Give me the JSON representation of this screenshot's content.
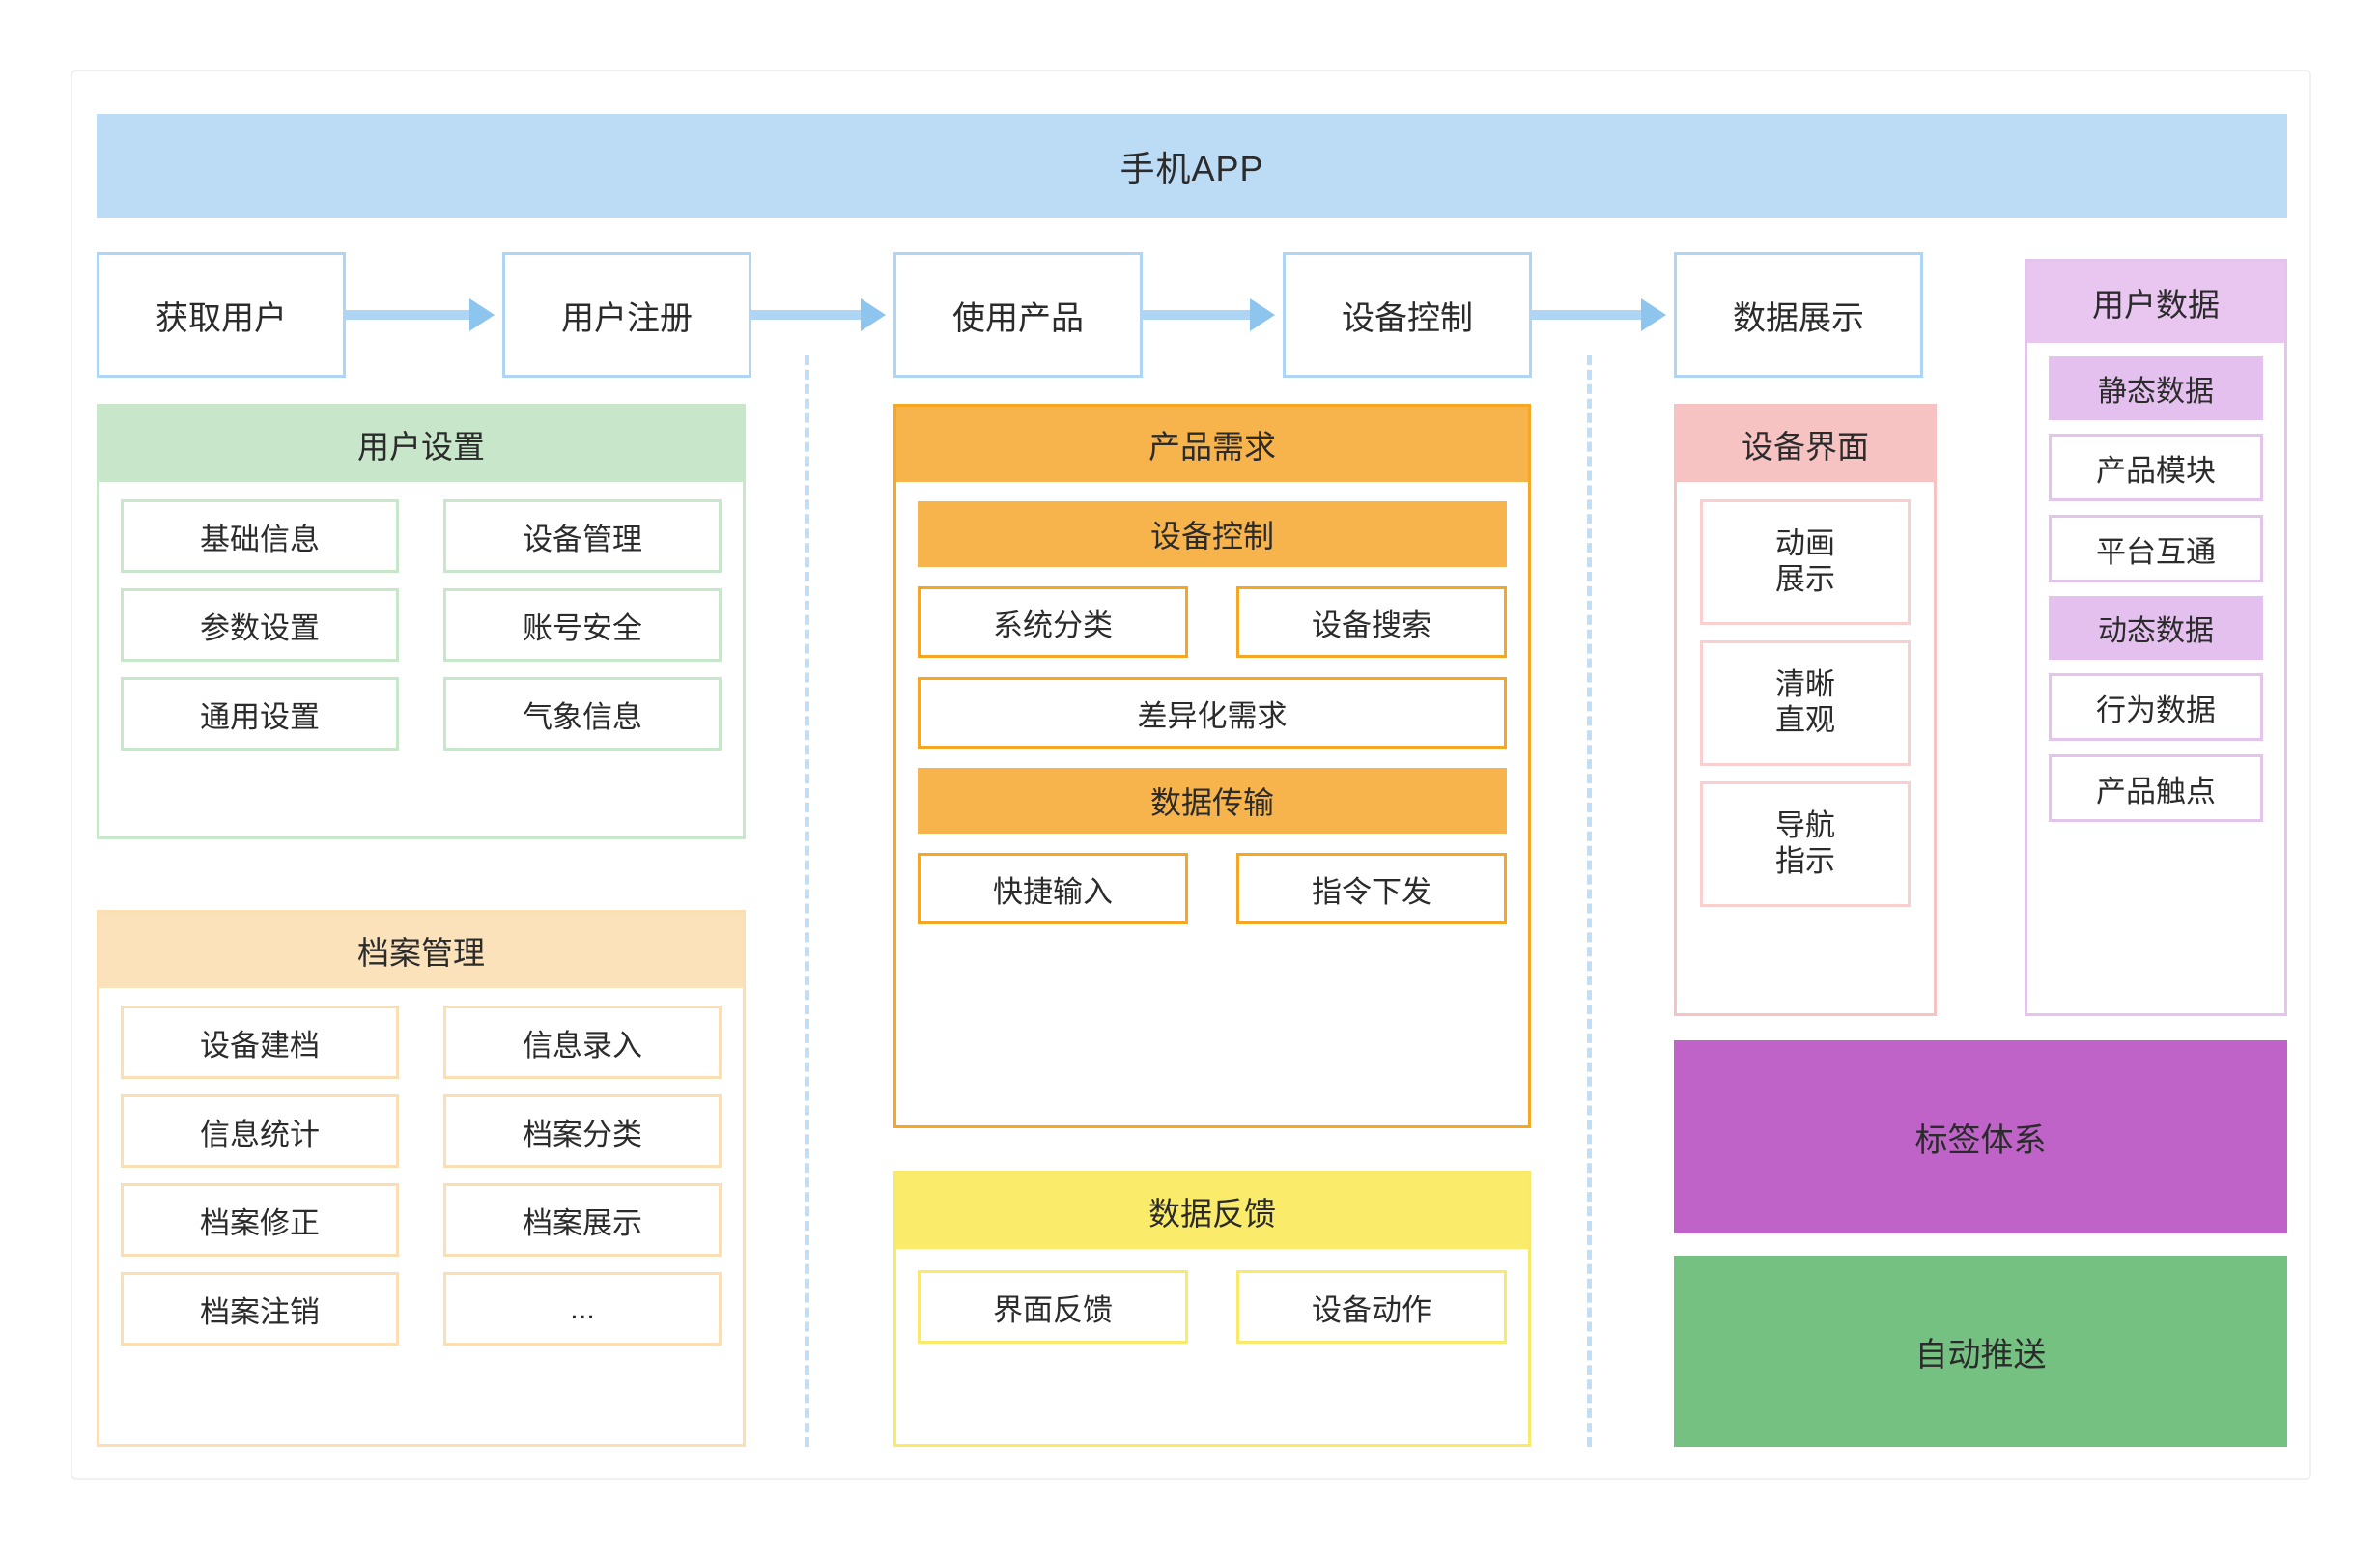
{
  "header": {
    "title": "手机APP",
    "color": "#bcdcf6"
  },
  "flow": {
    "steps": [
      {
        "label": "获取用户"
      },
      {
        "label": "用户注册"
      },
      {
        "label": "使用产品"
      },
      {
        "label": "设备控制"
      },
      {
        "label": "数据展示"
      }
    ],
    "arrow_color": "#aed5f4",
    "box_border": "#aed5f4"
  },
  "separators": {
    "style": "dashed",
    "color": "#bfdff8",
    "count": 2
  },
  "columns": {
    "left": {
      "user_settings": {
        "title": "用户设置",
        "header_color": "#c8e6c9",
        "rows": [
          [
            "基础信息",
            "设备管理"
          ],
          [
            "参数设置",
            "账号安全"
          ],
          [
            "通用设置",
            "气象信息"
          ]
        ]
      },
      "archive_management": {
        "title": "档案管理",
        "header_color": "#fbe2ba",
        "rows": [
          [
            "设备建档",
            "信息录入"
          ],
          [
            "信息统计",
            "档案分类"
          ],
          [
            "档案修正",
            "档案展示"
          ],
          [
            "档案注销",
            "..."
          ]
        ]
      }
    },
    "center": {
      "product_requirement": {
        "title": "产品需求",
        "header_color": "#f7b44c",
        "bar1": "设备控制",
        "pair1": [
          "系统分类",
          "设备搜索"
        ],
        "wide1": "差异化需求",
        "bar2": "数据传输",
        "pair2": [
          "快捷输入",
          "指令下发"
        ]
      },
      "data_feedback": {
        "title": "数据反馈",
        "header_color": "#fbeb6b",
        "pair": [
          "界面反馈",
          "设备动作"
        ]
      }
    },
    "right": {
      "device_interface": {
        "title": "设备界面",
        "header_color": "#f6c2c2",
        "items": [
          {
            "line1": "动画",
            "line2": "展示"
          },
          {
            "line1": "清晰",
            "line2": "直观"
          },
          {
            "line1": "导航",
            "line2": "指示"
          }
        ]
      },
      "user_data": {
        "title": "用户数据",
        "header_color": "#e8c6f0",
        "static_label": "静态数据",
        "static_items": [
          "产品模块",
          "平台互通"
        ],
        "dynamic_label": "动态数据",
        "dynamic_items": [
          "行为数据",
          "产品触点"
        ]
      },
      "tag_system": {
        "label": "标签体系",
        "color": "#bf63c9"
      },
      "auto_push": {
        "label": "自动推送",
        "color": "#74c182"
      }
    }
  }
}
